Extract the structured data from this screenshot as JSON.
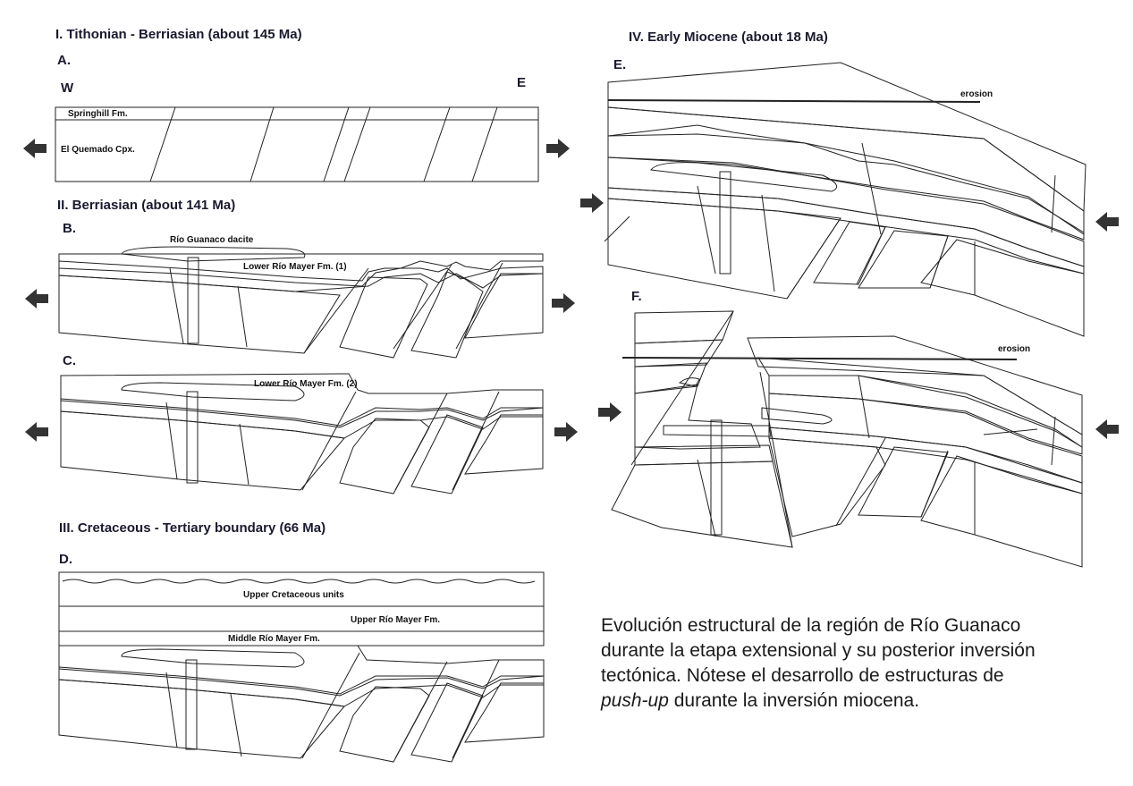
{
  "colors": {
    "pink": "#f07bb8",
    "magenta": "#e8307e",
    "cyan": "#8ff2d8",
    "lightgreen": "#62e282",
    "brightgreen": "#66f01c",
    "yellowgreen": "#d0f542",
    "limestone": "#b9f2b0"
  },
  "icons": {
    "arrow": "left-right-arrow-icon"
  },
  "headings": {
    "h1": "I. Tithonian - Berriasian (about 145 Ma)",
    "h2": "II. Berriasian (about 141 Ma)",
    "h3": "III. Cretaceous - Tertiary boundary (66 Ma)",
    "h4": "IV. Early Miocene (about 18 Ma)"
  },
  "panels": {
    "A": "A.",
    "B": "B.",
    "C": "C.",
    "D": "D.",
    "E": "E.",
    "F": "F."
  },
  "labels": {
    "west": "W",
    "east": "E",
    "springhill": "Springhill Fm.",
    "quemado": "El Quemado Cpx.",
    "dacite": "Río Guanaco dacite",
    "lower1": "Lower Río Mayer Fm. (1)",
    "lower2": "Lower Río Mayer Fm. (2)",
    "uppercret": "Upper Cretaceous units",
    "upperrm": "Upper Río Mayer Fm.",
    "middlerm": "Middle Río Mayer Fm.",
    "erosion_e": "erosion",
    "erosion_f": "erosion"
  },
  "caption": {
    "line1": "Evolución estructural de la región de Río Guanaco",
    "line2": "durante la etapa extensional y su posterior inversión",
    "line3": "tectónica. Nótese el desarrollo de estructuras de",
    "line4_em": "push-up",
    "line4_rest": " durante la inversión miocena."
  }
}
